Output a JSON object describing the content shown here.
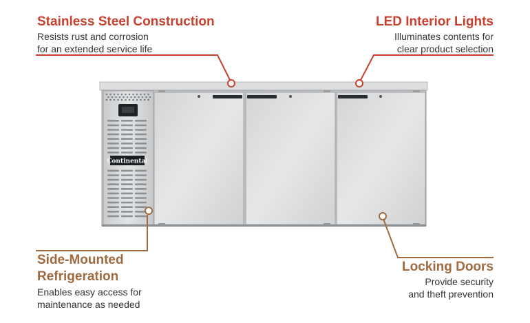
{
  "colors": {
    "accent_red": "#c8402e",
    "accent_brown": "#a06a40",
    "steel": "#d9dadb",
    "steel_dark": "#9fa2a5",
    "display": "#1f2326"
  },
  "callouts": {
    "stainless": {
      "title": "Stainless Steel Construction",
      "line1": "Resists rust and corrosion",
      "line2": "for an extended service life"
    },
    "led": {
      "title": "LED Interior Lights",
      "line1": "Illuminates contents for",
      "line2": "clear product selection"
    },
    "side": {
      "title1": "Side-Mounted",
      "title2": "Refrigeration",
      "line1": "Enables easy access for",
      "line2": "maintenance as needed"
    },
    "locking": {
      "title": "Locking Doors",
      "line1": "Provide security",
      "line2": "and theft prevention"
    }
  },
  "product": {
    "brand": "Continental",
    "door_count": 3
  }
}
